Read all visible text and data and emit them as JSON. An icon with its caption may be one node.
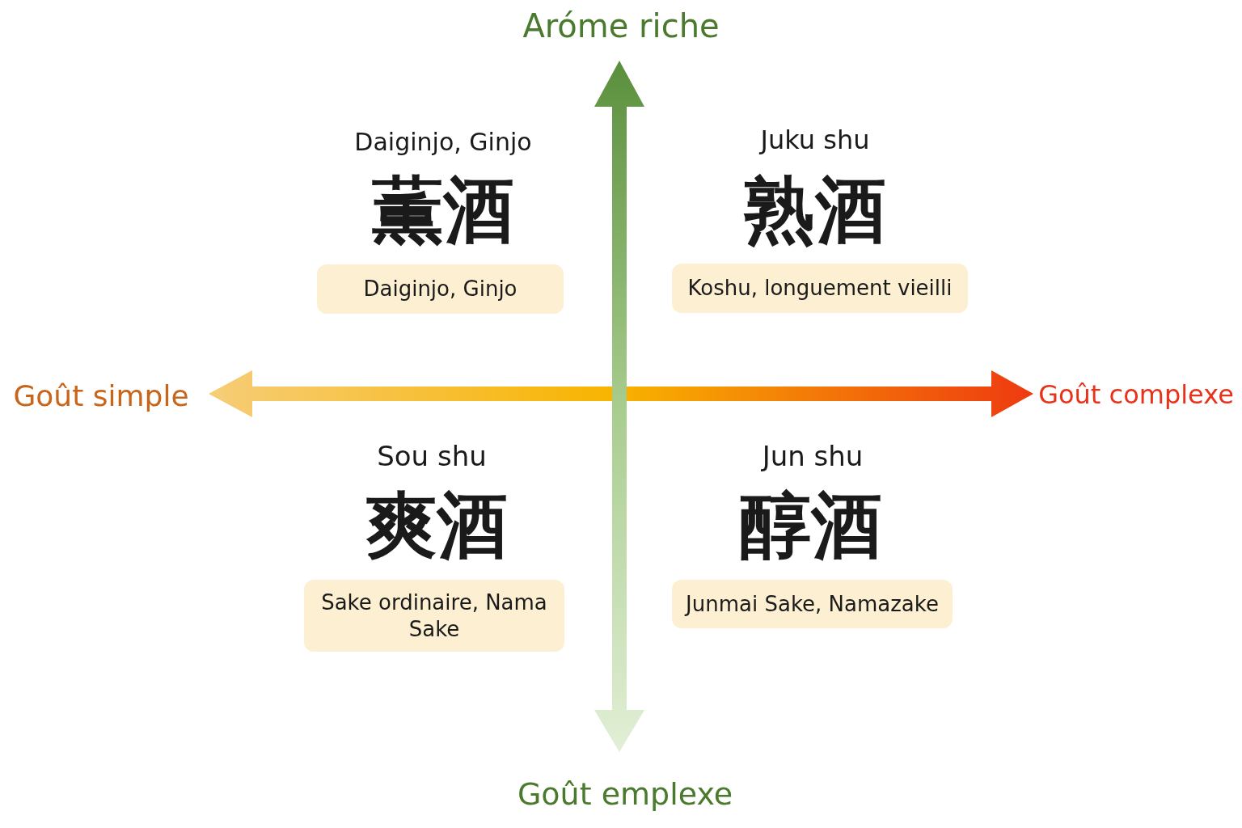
{
  "diagram": {
    "nodes": [
      {
        "text": [
          "Daiginjo, Ginjo"
        ]
      },
      {
        "text": [
          "Koshu, longuement vieilli"
        ]
      },
      {
        "text": [
          "Sake ordinaire, Nama Sake"
        ]
      },
      {
        "text": [
          "Junmai Sake, Namazake"
        ]
      }
    ],
    "labels": [
      "Aróme riche",
      "Daiginjo, Ginjo",
      "Juku shu",
      "薫酒",
      "熟酒",
      "Goût simple",
      "Goût complexe",
      "Sou shu",
      "Jun shu",
      "爽酒",
      "醇酒",
      "Goût emplexe"
    ]
  }
}
